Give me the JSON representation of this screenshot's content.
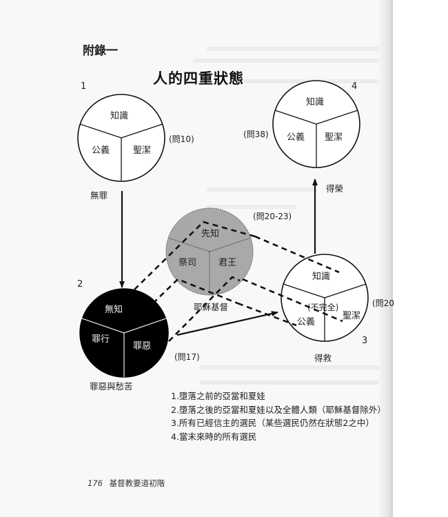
{
  "header": {
    "appendix_label": "附錄一",
    "title": "人的四重狀態"
  },
  "states": [
    {
      "number": "1",
      "segments": {
        "top": "知識",
        "left": "公義",
        "right": "聖潔"
      },
      "reference": "(問10)",
      "caption": "無罪",
      "fill": "#ffffff"
    },
    {
      "number": "2",
      "segments": {
        "top": "無知",
        "left": "罪行",
        "right": "罪惡"
      },
      "reference": "(問17)",
      "caption": "罪惡與愁苦",
      "fill": "#000000"
    },
    {
      "number": "3",
      "segments": {
        "top": "知識",
        "left": "公義",
        "right": "聖潔"
      },
      "note": "(不完全)",
      "reference": "(問20",
      "caption": "得救",
      "fill": "#ffffff"
    },
    {
      "number": "4",
      "segments": {
        "top": "知識",
        "left": "公義",
        "right": "聖潔"
      },
      "reference": "(問38)",
      "caption": "得榮",
      "fill": "#ffffff"
    }
  ],
  "christ": {
    "segments": {
      "top": "先知",
      "left": "祭司",
      "right": "君王"
    },
    "reference": "(問20-23)",
    "caption": "耶穌基督",
    "fill": "#a9a9a9"
  },
  "legend": [
    "1.墮落之前的亞當和夏娃",
    "2.墮落之後的亞當和夏娃以及全體人類（耶穌基督除外）",
    "3.所有已經信主的選民（某些選民仍然在狀態2之中）",
    "4.當末來時的所有選民"
  ],
  "footer": {
    "page_number": "176",
    "book_title": "基督教要道初階"
  }
}
